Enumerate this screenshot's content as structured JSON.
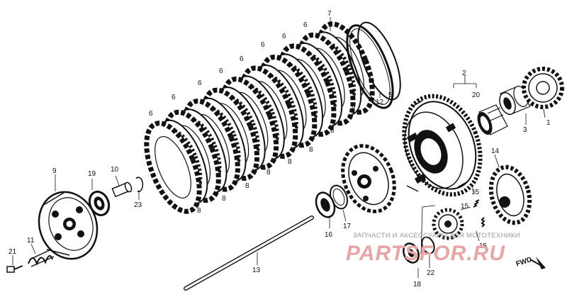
{
  "labels": {
    "p1": "1",
    "p2": "2",
    "p3": "3",
    "p5": "5",
    "p6": "6",
    "p7": "7",
    "p8": "8",
    "p9": "9",
    "p10": "10",
    "p11": "11",
    "p12": "12",
    "p13": "13",
    "p14": "14",
    "p15": "15",
    "p16": "16",
    "p17": "17",
    "p18": "18",
    "p19": "19",
    "p20": "20",
    "p21": "21",
    "p22": "22",
    "p23": "23"
  },
  "direction": {
    "text": "FWD"
  },
  "watermark": {
    "caption": "ЗАПЧАСТИ И АКСЕССУАРЫ ДЛЯ МОТОТЕХНИКИ",
    "logo": "PARTSFOR.RU"
  },
  "colors": {
    "ink": "#111111",
    "watermark_caption": "#9a9a9a",
    "watermark_logo": "#e7a6a6"
  }
}
